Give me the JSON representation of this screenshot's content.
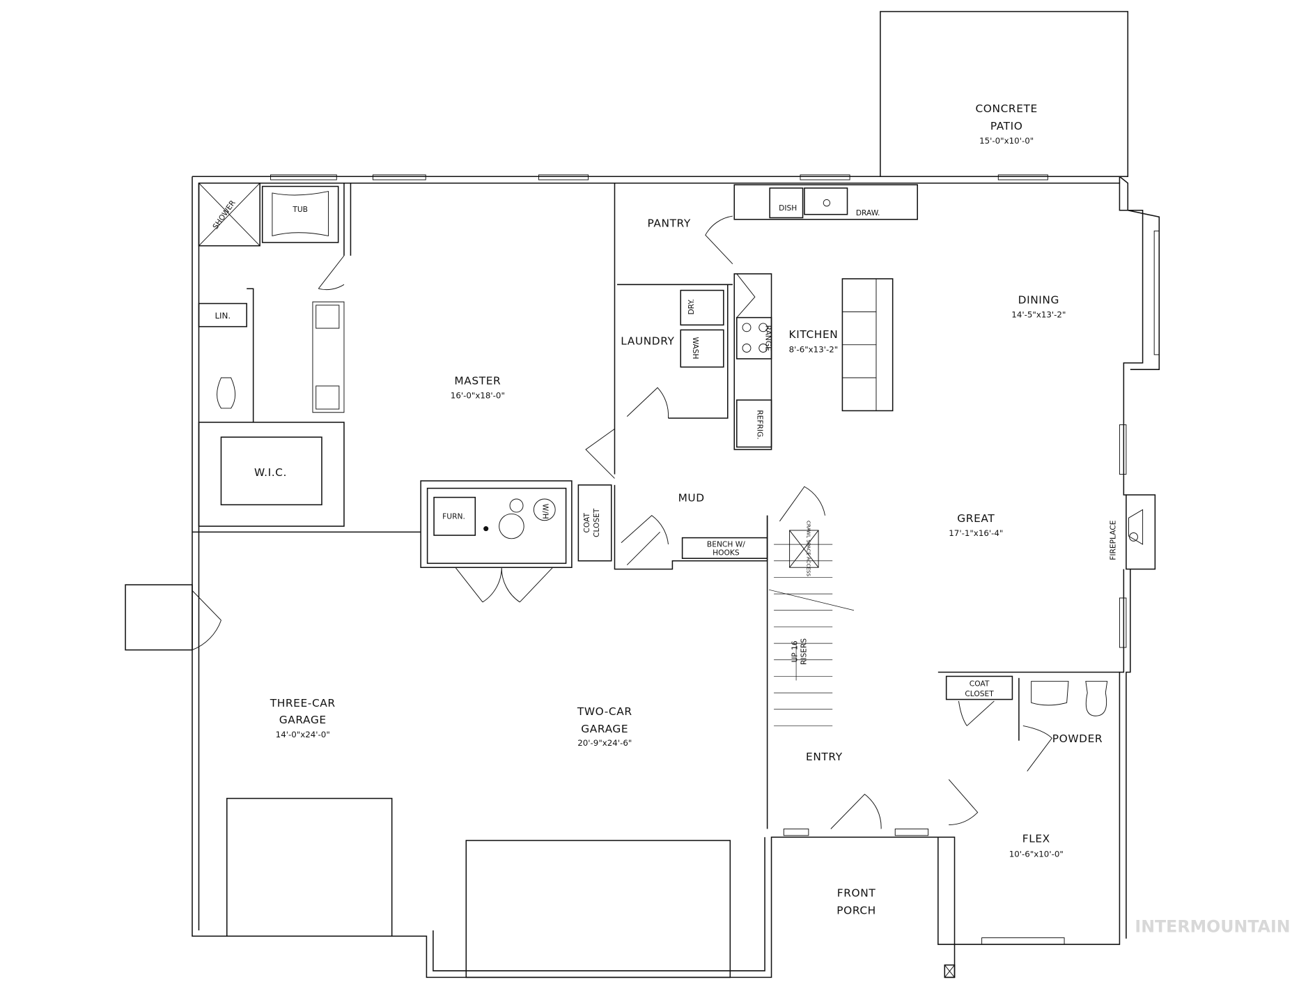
{
  "rooms": {
    "patio": {
      "name": "CONCRETE",
      "name2": "PATIO",
      "size": "15'-0\"x10'-0\""
    },
    "dining": {
      "name": "DINING",
      "size": "14'-5\"x13'-2\""
    },
    "kitchen": {
      "name": "KITCHEN",
      "size": "8'-6\"x13'-2\""
    },
    "master": {
      "name": "MASTER",
      "size": "16'-0\"x18'-0\""
    },
    "great": {
      "name": "GREAT",
      "size": "17'-1\"x16'-4\""
    },
    "three_car": {
      "name": "THREE-CAR",
      "name2": "GARAGE",
      "size": "14'-0\"x24'-0\""
    },
    "two_car": {
      "name": "TWO-CAR",
      "name2": "GARAGE",
      "size": "20'-9\"x24'-6\""
    },
    "flex": {
      "name": "FLEX",
      "size": "10'-6\"x10'-0\""
    },
    "front_porch": {
      "name": "FRONT",
      "name2": "PORCH"
    },
    "entry": {
      "name": "ENTRY"
    },
    "powder": {
      "name": "POWDER"
    },
    "pantry": {
      "name": "PANTRY"
    },
    "laundry": {
      "name": "LAUNDRY"
    },
    "mud": {
      "name": "MUD"
    },
    "wic": {
      "name": "W.I.C."
    },
    "lin": {
      "name": "LIN."
    }
  },
  "fixtures": {
    "shower": "SHOWER",
    "tub": "TUB",
    "dish": "DISH",
    "draw": "DRAW.",
    "dry": "DRY.",
    "wash": "WASH",
    "range": "RANGE",
    "refrig": "REFRIG.",
    "furn": "FURN.",
    "wh": "W/H",
    "coat_closet_1": "COAT",
    "coat_closet_1b": "CLOSET",
    "coat_closet_2": "COAT",
    "coat_closet_2b": "CLOSET",
    "bench": "BENCH W/",
    "bench2": "HOOKS",
    "crawl": "CRAWL SPACE ACCESS",
    "stairs": "UP 16",
    "stairs2": "RISERS",
    "fireplace": "FIREPLACE"
  },
  "watermark": "INTERMOUNTAIN"
}
